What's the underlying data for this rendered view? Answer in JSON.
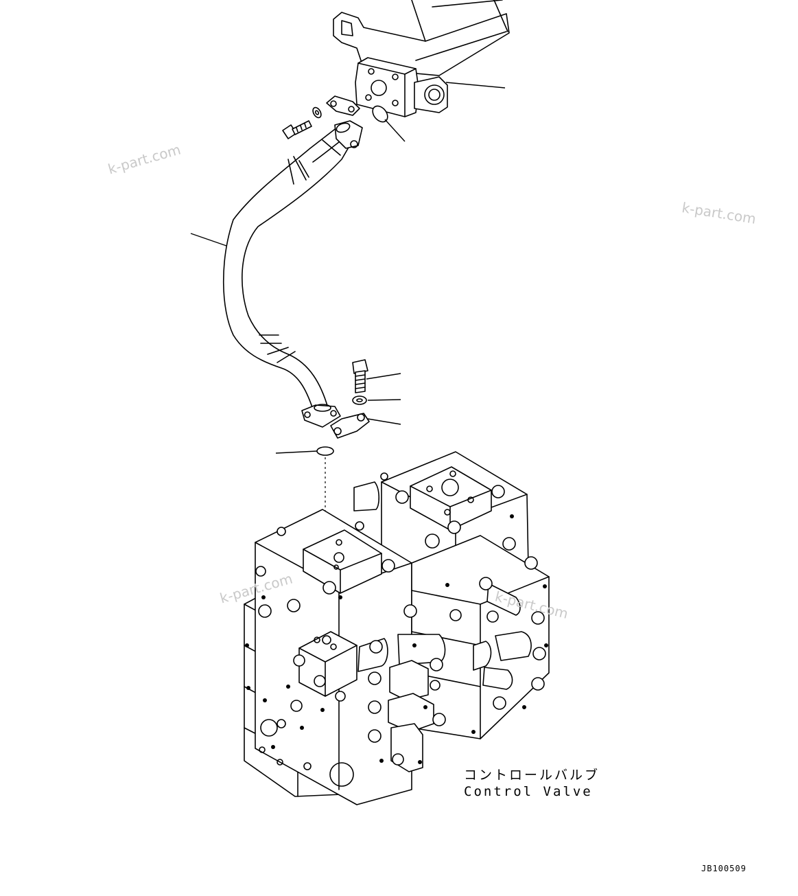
{
  "watermarks": [
    "k-part.com",
    "k-part.com",
    "k-part.com",
    "k-part.com"
  ],
  "component_label": {
    "japanese": "コントロールバルブ",
    "english": "Control Valve"
  },
  "drawing_id": "JB100509"
}
